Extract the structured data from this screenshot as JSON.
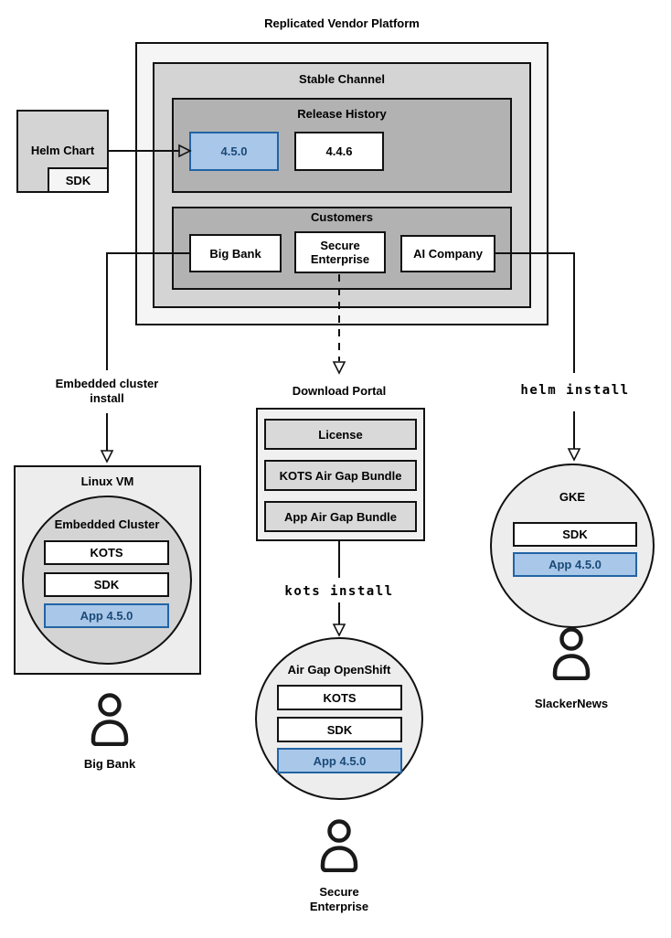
{
  "colors": {
    "accent_fill": "#a9c7e8",
    "accent_border": "#2264a5",
    "accent_text": "#1a4a78",
    "container_light": "#f5f5f5",
    "container_mid": "#d4d4d4",
    "container_dark": "#b2b2b2",
    "node_light": "#ededed",
    "portal_fill": "#f0f0f0",
    "portal_inner": "#d9d9d9"
  },
  "platform": {
    "title": "Replicated Vendor Platform",
    "stable_channel": {
      "label": "Stable Channel",
      "release_history": {
        "label": "Release History",
        "releases": [
          {
            "version": "4.5.0",
            "highlighted": true
          },
          {
            "version": "4.4.6",
            "highlighted": false
          }
        ]
      },
      "customers": {
        "label": "Customers",
        "items": [
          "Big Bank",
          "Secure Enterprise",
          "AI Company"
        ]
      }
    }
  },
  "helm_chart": {
    "label": "Helm Chart",
    "sdk_label": "SDK"
  },
  "flows": {
    "embedded_install": {
      "line1": "Embedded cluster",
      "line2": "install"
    },
    "helm_install": "helm install",
    "kots_install": "kots install"
  },
  "download_portal": {
    "title": "Download Portal",
    "items": [
      "License",
      "KOTS Air Gap Bundle",
      "App Air Gap Bundle"
    ]
  },
  "linux_vm": {
    "title": "Linux VM",
    "cluster": {
      "title": "Embedded Cluster",
      "components": [
        "KOTS",
        "SDK",
        "App 4.5.0"
      ]
    }
  },
  "air_gap_openshift": {
    "title": "Air Gap OpenShift",
    "components": [
      "KOTS",
      "SDK",
      "App 4.5.0"
    ]
  },
  "gke": {
    "title": "GKE",
    "components": [
      "SDK",
      "App 4.5.0"
    ]
  },
  "personas": {
    "big_bank": "Big Bank",
    "secure_enterprise_line1": "Secure",
    "secure_enterprise_line2": "Enterprise",
    "slackernews": "SlackerNews"
  }
}
